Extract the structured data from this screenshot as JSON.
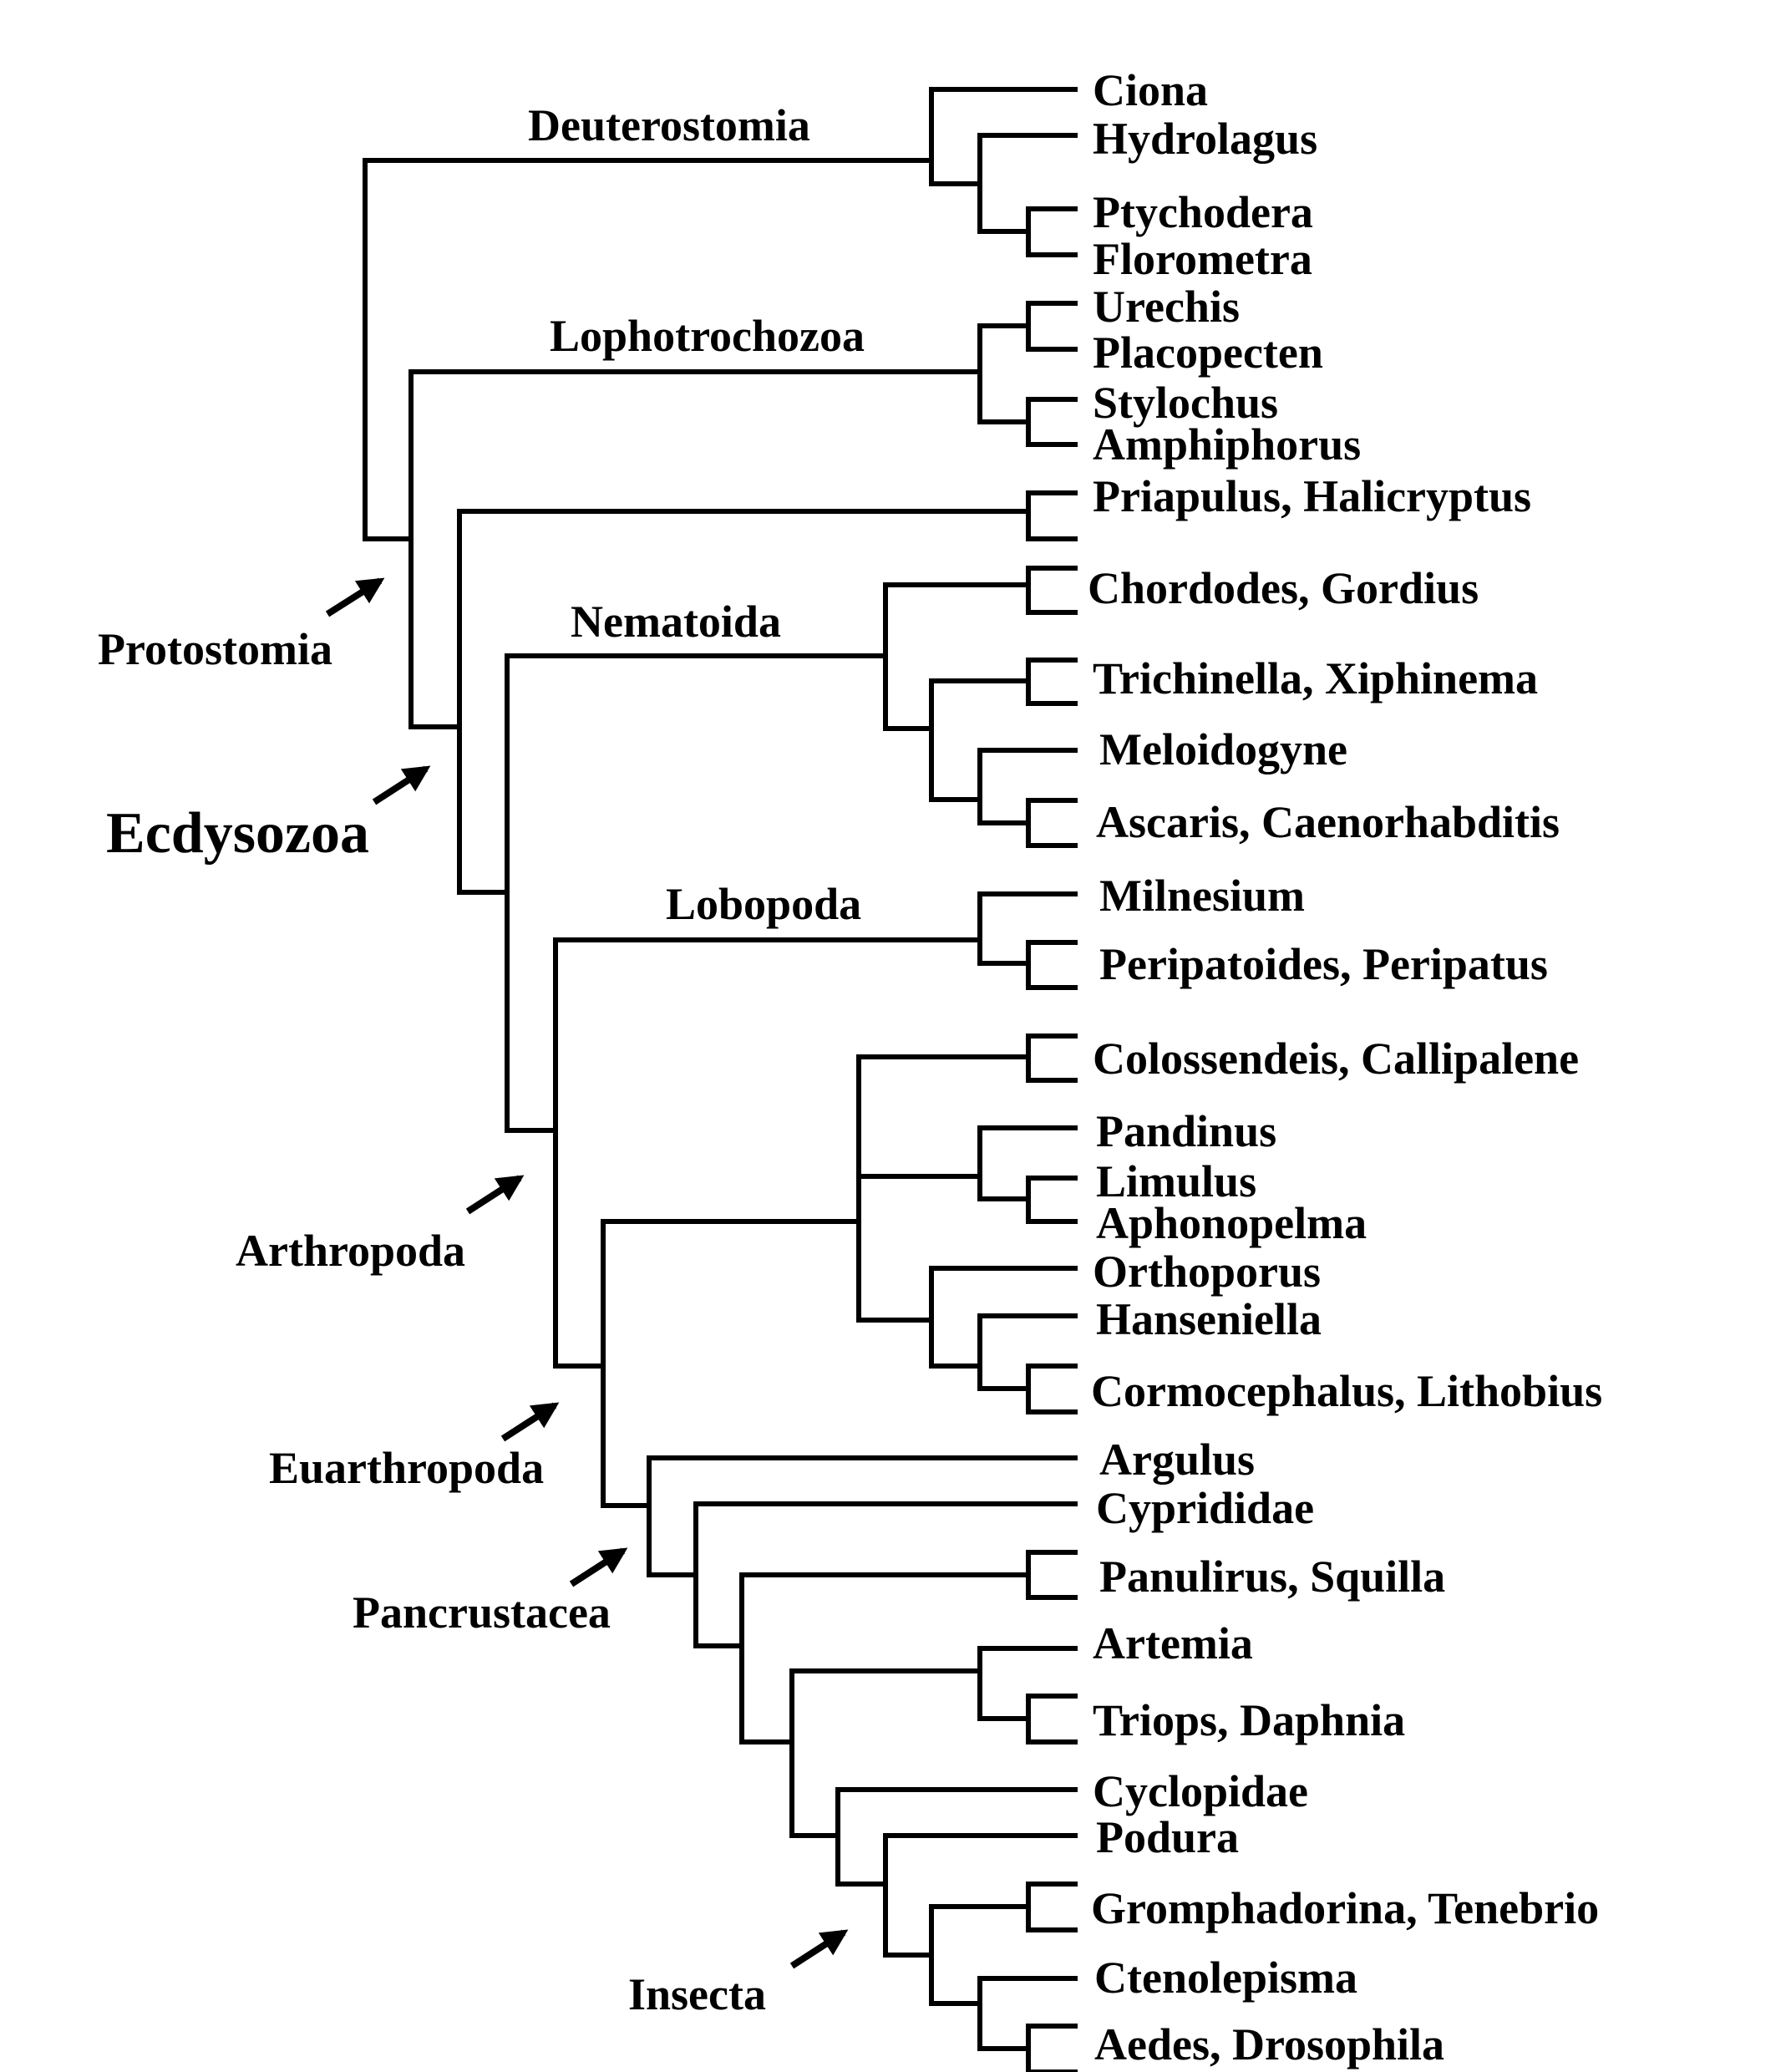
{
  "colors": {
    "line": "#000000",
    "text": "#000000",
    "background": "#ffffff"
  },
  "clade_labels": {
    "deuterostomia": "Deuterostomia",
    "lophotrochozoa": "Lophotrochozoa",
    "nematoida": "Nematoida",
    "lobopoda": "Lobopoda",
    "protostomia": "Protostomia",
    "ecdysozoa": "Ecdysozoa",
    "arthropoda": "Arthropoda",
    "euarthropoda": "Euarthropoda",
    "pancrustacea": "Pancrustacea",
    "insecta": "Insecta"
  },
  "arrow_icon": "arrow-up-right-icon",
  "taxa": {
    "ciona": "Ciona",
    "hydrolagus": "Hydrolagus",
    "ptychodera": "Ptychodera",
    "florometra": "Florometra",
    "urechis": "Urechis",
    "placopecten": "Placopecten",
    "stylochus": "Stylochus",
    "amphiphorus": "Amphiphorus",
    "priapulus": "Priapulus, Halicryptus",
    "chordodes": "Chordodes, Gordius",
    "trichinella": "Trichinella, Xiphinema",
    "meloidogyne": "Meloidogyne",
    "ascaris": "Ascaris, Caenorhabditis",
    "milnesium": "Milnesium",
    "peripatoides": "Peripatoides, Peripatus",
    "colossendeis": "Colossendeis, Callipalene",
    "pandinus": "Pandinus",
    "limulus": "Limulus",
    "aphonopelma": "Aphonopelma",
    "orthoporus": "Orthoporus",
    "hanseniella": "Hanseniella",
    "cormocephalus": "Cormocephalus, Lithobius",
    "argulus": "Argulus",
    "cyprididae": "Cyprididae",
    "panulirus": "Panulirus, Squilla",
    "artemia": "Artemia",
    "triops": "Triops, Daphnia",
    "cyclopidae": "Cyclopidae",
    "podura": "Podura",
    "gromphadorina": "Gromphadorina, Tenebrio",
    "ctenolepisma": "Ctenolepisma",
    "aedes": "Aedes, Drosophila"
  }
}
